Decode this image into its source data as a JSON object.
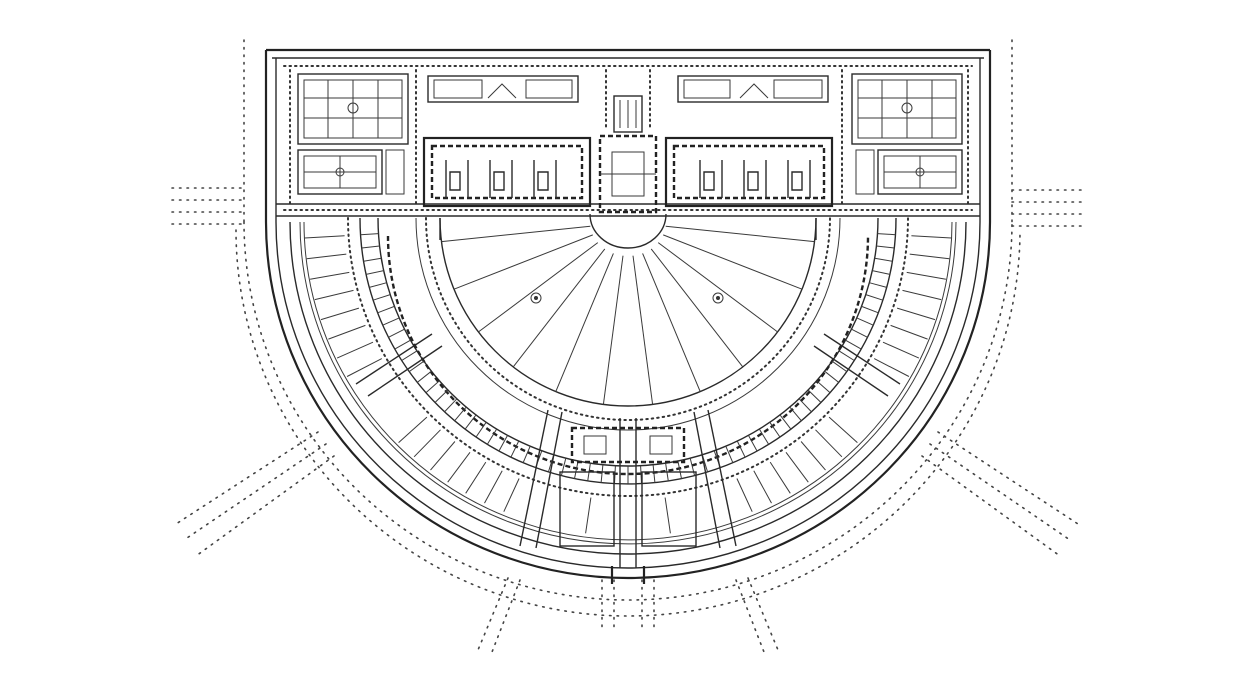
{
  "drawing": {
    "kind": "architectural-site-plan",
    "style": "hand-drawn ink sketch",
    "ink_color": "#2b2b2b",
    "background_color": "#ffffff",
    "shape": "semicircular plan with straight northern edge"
  },
  "features": {
    "outer_avenues": 7,
    "radial_lawn_segments": 11,
    "main_buildings": 2,
    "garden_parterres": 4,
    "fountains": 2
  }
}
